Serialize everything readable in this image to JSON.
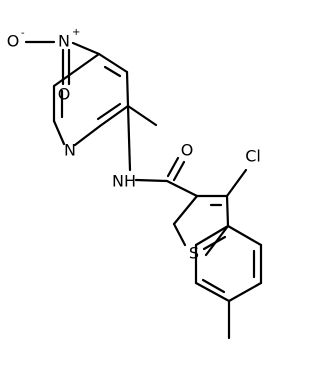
{
  "molecule": {
    "atoms": {
      "charge_minus": "-",
      "oxygen_nitro": "O",
      "nitro_nitrogen": "N",
      "nitro_plus": "+",
      "oxygen_nitro_2": "O",
      "pyridine_nitrogen": "N",
      "amide_nh": "NH",
      "carbonyl_oxygen": "O",
      "chlorine": "Cl",
      "sulfur": "S"
    }
  }
}
